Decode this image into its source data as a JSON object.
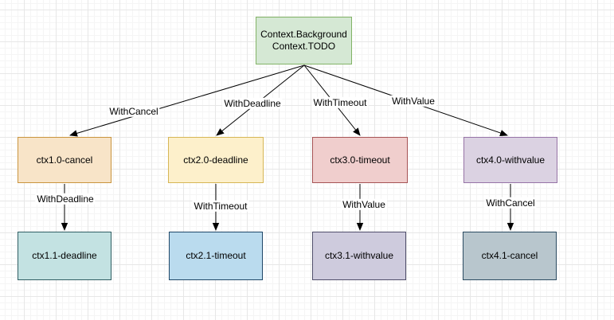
{
  "canvas": {
    "background": "#ffffff",
    "grid_minor_color": "#f5f5f5",
    "grid_major_color": "#e7e7e7"
  },
  "nodes": [
    {
      "id": "root",
      "label": "Context.Background\nContext.TODO",
      "fill": "#d5e8d4",
      "stroke": "#82b366"
    },
    {
      "id": "ctx1.0-cancel",
      "label": "ctx1.0-cancel",
      "fill": "#f8e4c8",
      "stroke": "#c9943e"
    },
    {
      "id": "ctx2.0-deadline",
      "label": "ctx2.0-deadline",
      "fill": "#fdf0cb",
      "stroke": "#d6b656"
    },
    {
      "id": "ctx3.0-timeout",
      "label": "ctx3.0-timeout",
      "fill": "#f0cecd",
      "stroke": "#a65355"
    },
    {
      "id": "ctx4.0-withvalue",
      "label": "ctx4.0-withvalue",
      "fill": "#dbd2e2",
      "stroke": "#9673a6"
    },
    {
      "id": "ctx1.1-deadline",
      "label": "ctx1.1-deadline",
      "fill": "#c3e2e2",
      "stroke": "#2f5e63"
    },
    {
      "id": "ctx2.1-timeout",
      "label": "ctx2.1-timeout",
      "fill": "#badbee",
      "stroke": "#1f4768"
    },
    {
      "id": "ctx3.1-withvalue",
      "label": "ctx3.1-withvalue",
      "fill": "#cecbdd",
      "stroke": "#504e6b"
    },
    {
      "id": "ctx4.1-cancel",
      "label": "ctx4.1-cancel",
      "fill": "#b8c6cd",
      "stroke": "#2b4b61"
    }
  ],
  "edges": [
    {
      "from": "root",
      "to": "ctx1.0-cancel",
      "label": "WithCancel"
    },
    {
      "from": "root",
      "to": "ctx2.0-deadline",
      "label": "WithDeadline"
    },
    {
      "from": "root",
      "to": "ctx3.0-timeout",
      "label": "WithTimeout"
    },
    {
      "from": "root",
      "to": "ctx4.0-withvalue",
      "label": "WithValue"
    },
    {
      "from": "ctx1.0-cancel",
      "to": "ctx1.1-deadline",
      "label": "WithDeadline"
    },
    {
      "from": "ctx2.0-deadline",
      "to": "ctx2.1-timeout",
      "label": "WithTimeout"
    },
    {
      "from": "ctx3.0-timeout",
      "to": "ctx3.1-withvalue",
      "label": "WithValue"
    },
    {
      "from": "ctx4.0-withvalue",
      "to": "ctx4.1-cancel",
      "label": "WithCancel"
    }
  ]
}
